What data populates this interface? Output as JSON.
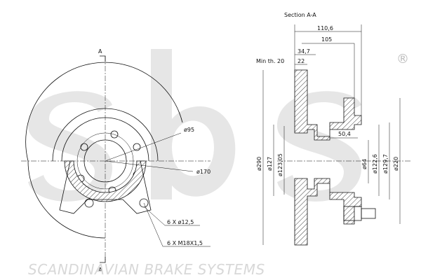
{
  "section_title": "Section A-A",
  "section_marker_top": "A",
  "section_marker_bottom": "A",
  "brand_footer": "SCANDINAVIAN BRAKE SYSTEMS",
  "registered_mark": "®",
  "min_thickness_label": "Min th. 20",
  "dimensions": {
    "d110_6": "110,6",
    "d105": "105",
    "d34_7": "34,7",
    "d22": "22",
    "d50_4": "50,4",
    "dia95": "ø95",
    "dia170": "ø170",
    "dia290": "ø290",
    "dia127": "ø127",
    "dia123_05": "ø123,05",
    "dia64": "ø64",
    "dia122_6": "ø122,6",
    "dia129_7": "ø129,7",
    "dia220": "ø220",
    "holes": "6 X ø12,5",
    "studs": "6 X M18X1,5"
  },
  "watermark_logo": "sbs"
}
